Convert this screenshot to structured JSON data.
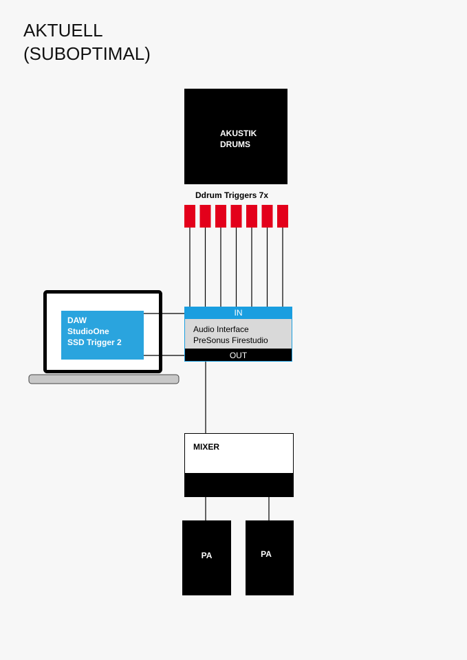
{
  "title": {
    "line1": "AKTUELL",
    "line2": "(SUBOPTIMAL)"
  },
  "drums": {
    "line1": "AKUSTIK",
    "line2": "DRUMS"
  },
  "triggers": {
    "label": "Ddrum Triggers 7x",
    "count": 7
  },
  "interface": {
    "in_label": "IN",
    "line1": "Audio Interface",
    "line2": "PreSonus Firestudio",
    "out_label": "OUT"
  },
  "laptop": {
    "line1": "DAW",
    "line2": "StudioOne",
    "line3": "SSD Trigger 2"
  },
  "mixer": {
    "label": "MIXER"
  },
  "pa": {
    "left": "PA",
    "right": "PA"
  },
  "colors": {
    "background": "#f7f7f7",
    "black": "#000000",
    "trigger_red": "#e3001b",
    "interface_blue": "#1a9ee0",
    "screen_blue": "#2aa4de",
    "interface_body": "#d9d9d9",
    "laptop_base": "#c8c8c8"
  }
}
